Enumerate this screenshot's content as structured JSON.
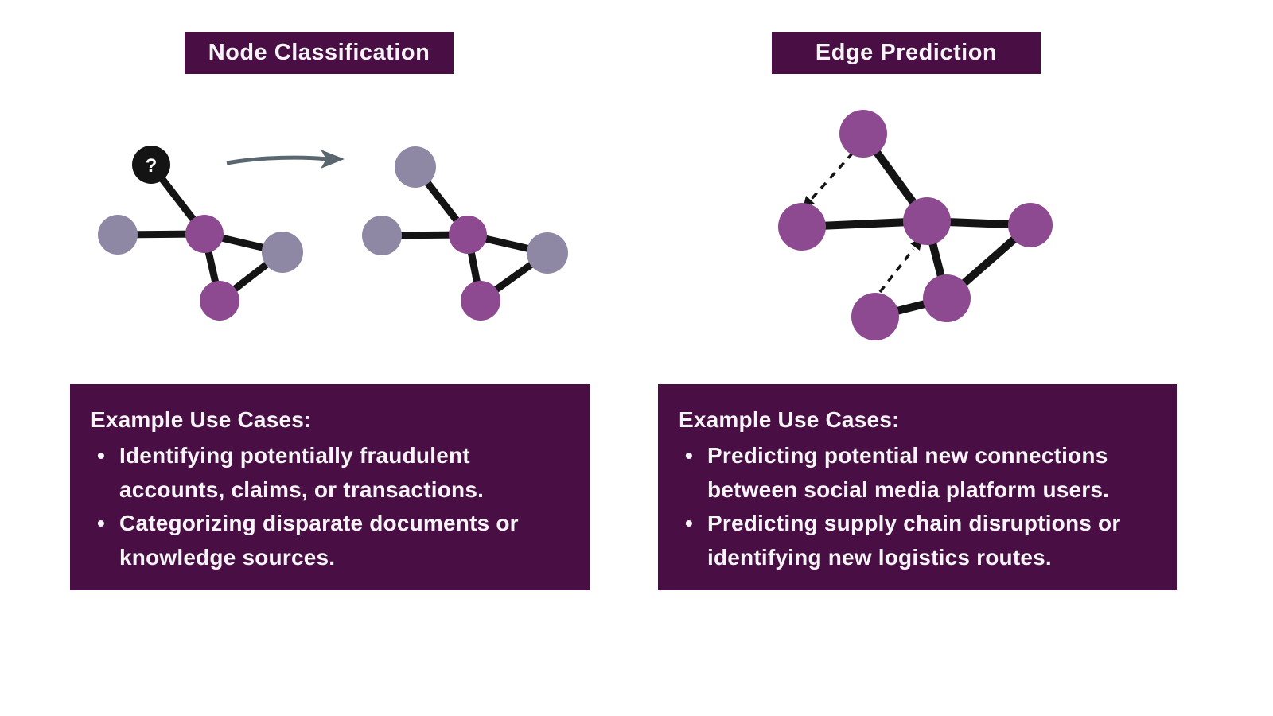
{
  "colors": {
    "panel": "#490f44",
    "node_purple": "#8d4a91",
    "node_gray": "#8e88a4",
    "node_black": "#141414",
    "edge": "#141414",
    "arrow": "#5b6770",
    "text_light": "#f7f4f7"
  },
  "left": {
    "title": "Node Classification",
    "unknown_label": "?",
    "use_cases": {
      "heading": "Example Use Cases:",
      "items": [
        "Identifying potentially fraudulent accounts, claims, or transactions.",
        "Categorizing disparate documents or knowledge sources."
      ]
    }
  },
  "right": {
    "title": "Edge Prediction",
    "use_cases": {
      "heading": "Example Use Cases:",
      "items": [
        "Predicting potential new connections between social media platform users.",
        "Predicting supply chain disruptions or identifying new logistics routes."
      ]
    }
  }
}
